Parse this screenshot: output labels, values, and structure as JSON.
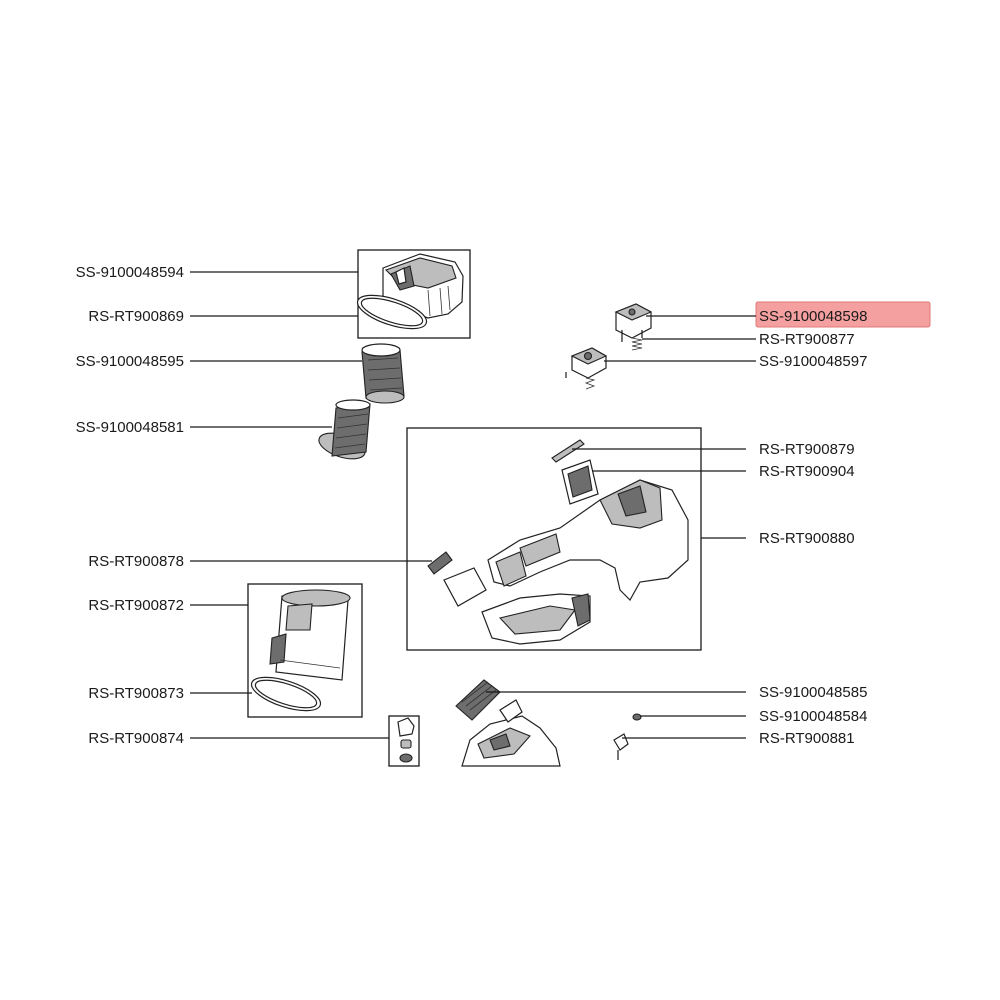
{
  "highlight_color": "#f5a0a0",
  "labels": {
    "ss_9100048594": "SS-9100048594",
    "rs_rt900869": "RS-RT900869",
    "ss_9100048595": "SS-9100048595",
    "ss_9100048581": "SS-9100048581",
    "rs_rt900878": "RS-RT900878",
    "rs_rt900872": "RS-RT900872",
    "rs_rt900873": "RS-RT900873",
    "rs_rt900874": "RS-RT900874",
    "ss_9100048598": "SS-9100048598",
    "rs_rt900877": "RS-RT900877",
    "ss_9100048597": "SS-9100048597",
    "rs_rt900879": "RS-RT900879",
    "rs_rt900904": "RS-RT900904",
    "rs_rt900880": "RS-RT900880",
    "ss_9100048585": "SS-9100048585",
    "ss_9100048584": "SS-9100048584",
    "rs_rt900881": "RS-RT900881"
  }
}
